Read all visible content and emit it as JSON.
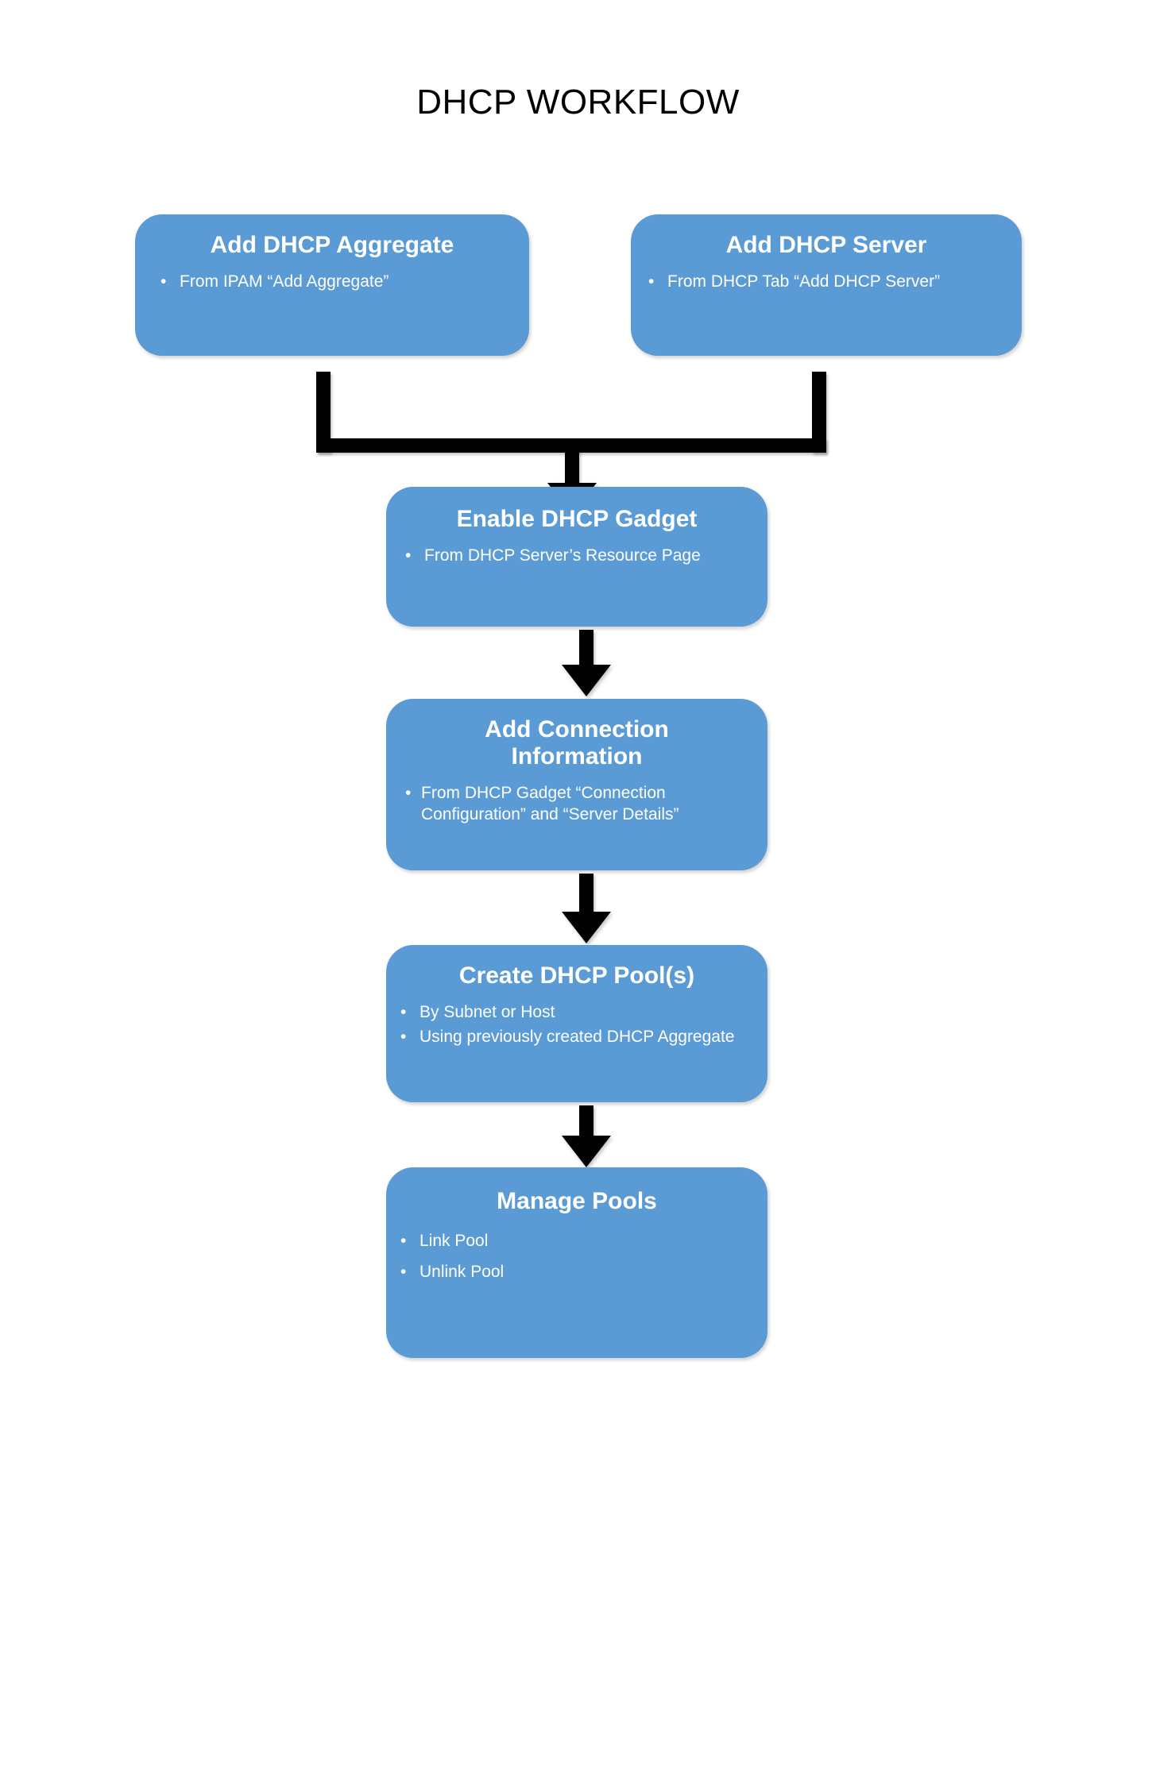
{
  "diagram": {
    "title": "DHCP WORKFLOW",
    "accent_color": "#5B9BD5",
    "connector_color": "#000000",
    "text_color": "#FFFFFF",
    "background_color": "#FFFFFF",
    "bullet_glyph": "•",
    "nodes": [
      {
        "id": "add-dhcp-aggregate",
        "title": "Add DHCP Aggregate",
        "bullets": [
          "From  IPAM “Add Aggregate”"
        ]
      },
      {
        "id": "add-dhcp-server",
        "title": "Add DHCP Server",
        "bullets": [
          "From  DHCP Tab “Add DHCP Server”"
        ]
      },
      {
        "id": "enable-dhcp-gadget",
        "title": "Enable DHCP Gadget",
        "bullets": [
          "From  DHCP Server’s Resource Page"
        ]
      },
      {
        "id": "add-connection-information",
        "title_line1": "Add Connection",
        "title_line2": "Information",
        "bullets": [
          "From  DHCP Gadget “Connection Configuration” and “Server Details”"
        ]
      },
      {
        "id": "create-dhcp-pools",
        "title": "Create DHCP Pool(s)",
        "bullets": [
          "By Subnet or Host",
          "Using previously created DHCP Aggregate"
        ]
      },
      {
        "id": "manage-pools",
        "title": "Manage Pools",
        "bullets": [
          "Link Pool",
          "Unlink Pool"
        ]
      }
    ],
    "connectors": [
      {
        "id": "merge-to-enable-gadget",
        "type": "merge-arrow",
        "from": [
          "add-dhcp-aggregate",
          "add-dhcp-server"
        ],
        "to": "enable-dhcp-gadget"
      },
      {
        "id": "gadget-to-connection",
        "type": "arrow-down",
        "from": "enable-dhcp-gadget",
        "to": "add-connection-information"
      },
      {
        "id": "connection-to-pools",
        "type": "arrow-down",
        "from": "add-connection-information",
        "to": "create-dhcp-pools"
      },
      {
        "id": "pools-to-manage",
        "type": "arrow-down",
        "from": "create-dhcp-pools",
        "to": "manage-pools"
      }
    ]
  }
}
